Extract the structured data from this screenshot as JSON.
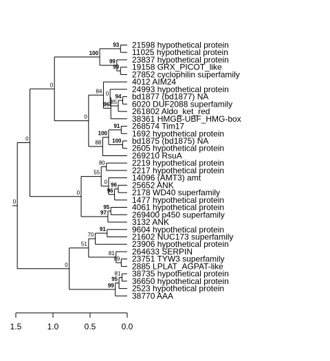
{
  "tree": {
    "leaves": [
      "21598 hypothetical protein",
      "11025 hypothetical protein",
      "23837 hypothetical protein",
      "19158 GRX_PICOT_like",
      "27852 cyclophilin superfamily",
      "4012 AIM24",
      "24993 hypothetical protein",
      "bd1877 (bd1877) NA",
      "6020 DUF2088 superfamily",
      "261802 Aldo_ket_red",
      "38361 HMGB-UBF_HMG-box",
      "268574 Tim17",
      "1692 hypothetical protein",
      "bd1875 (bd1875) NA",
      "2605 hypothetical protein",
      "269210 RsuA",
      "2219 hypothetical protein",
      "2217 hypothetical protein",
      "14096 (AMT3) amt",
      "25652 ANK",
      "2178 WD40 superfamily",
      "1477 hypothetical protein",
      "4061 hypothetical protein",
      "269400 p450 superfamily",
      "3132 ANK",
      "9604 hypothetical protein",
      "21602 NUC173 superfamily",
      "23906 hypothetical protein",
      "264633 SERPIN",
      "23751 TYW3 superfamily",
      "2885 LPLAT_AGPAT-like",
      "38735 hypothetical protein",
      "36650 hypothetical protein",
      "2523 hypothetical protein",
      "38770 AAA"
    ],
    "nodes": [
      {
        "id": "n1",
        "children": [
          "L0",
          "L1"
        ],
        "depth": 0.09,
        "support": "93",
        "bold": true
      },
      {
        "id": "n2",
        "children": [
          "L3",
          "L4"
        ],
        "depth": 0.09,
        "support": "99",
        "bold": true
      },
      {
        "id": "n3",
        "children": [
          "L2",
          "n2"
        ],
        "depth": 0.14,
        "support": "99",
        "bold": true
      },
      {
        "id": "n4",
        "children": [
          "n1",
          "n3"
        ],
        "depth": 0.37,
        "support": "100",
        "bold": true
      },
      {
        "id": "n5",
        "children": [
          "L7",
          "L8"
        ],
        "depth": 0.06,
        "support": "94",
        "bold": true
      },
      {
        "id": "n6",
        "children": [
          "n5",
          "L9"
        ],
        "depth": 0.12,
        "support": "85",
        "bold": false
      },
      {
        "id": "n7",
        "children": [
          "L6",
          "n6"
        ],
        "depth": 0.23,
        "support": "0",
        "bold": false
      },
      {
        "id": "n8",
        "children": [
          "n7",
          "L10"
        ],
        "depth": 0.22,
        "support": "96",
        "bold": true
      },
      {
        "id": "n9",
        "children": [
          "L5",
          "n8"
        ],
        "depth": 0.32,
        "support": "84",
        "bold": false
      },
      {
        "id": "n10",
        "children": [
          "L11",
          "L12"
        ],
        "depth": 0.08,
        "support": "91",
        "bold": true
      },
      {
        "id": "n11",
        "children": [
          "L13",
          "L14"
        ],
        "depth": 0.06,
        "support": "100",
        "bold": true
      },
      {
        "id": "n12",
        "children": [
          "n10",
          "n11"
        ],
        "depth": 0.25,
        "support": "100",
        "bold": true
      },
      {
        "id": "n13",
        "children": [
          "n12",
          "L15"
        ],
        "depth": 0.33,
        "support": "88",
        "bold": false
      },
      {
        "id": "n14",
        "children": [
          "n9",
          "n13"
        ],
        "depth": 0.52,
        "support": "0",
        "bold": false
      },
      {
        "id": "n15",
        "children": [
          "n4",
          "n14"
        ],
        "depth": 0.98,
        "support": "0",
        "bold": false
      },
      {
        "id": "n16",
        "children": [
          "L16",
          "L17"
        ],
        "depth": 0.28,
        "support": "80",
        "bold": false
      },
      {
        "id": "n17",
        "children": [
          "L19",
          "L20"
        ],
        "depth": 0.12,
        "support": "96",
        "bold": true
      },
      {
        "id": "n18",
        "children": [
          "n17",
          "L21"
        ],
        "depth": 0.17,
        "support": "96",
        "bold": true
      },
      {
        "id": "n19",
        "children": [
          "L18",
          "n18"
        ],
        "depth": 0.25,
        "support": "0",
        "bold": false
      },
      {
        "id": "n20",
        "children": [
          "n16",
          "n19"
        ],
        "depth": 0.35,
        "support": "55",
        "bold": false
      },
      {
        "id": "n21",
        "children": [
          "L22",
          "L23"
        ],
        "depth": 0.22,
        "support": "95",
        "bold": true
      },
      {
        "id": "n22",
        "children": [
          "n21",
          "L24"
        ],
        "depth": 0.26,
        "support": "97",
        "bold": true
      },
      {
        "id": "n23",
        "children": [
          "n20",
          "n22"
        ],
        "depth": 0.62,
        "support": "0",
        "bold": false
      },
      {
        "id": "n24",
        "children": [
          "n15",
          "n23"
        ],
        "depth": 1.31,
        "support": "0",
        "bold": false
      },
      {
        "id": "n25",
        "children": [
          "L25",
          "L26"
        ],
        "depth": 0.27,
        "support": "91",
        "bold": true
      },
      {
        "id": "n26",
        "children": [
          "n25",
          "L27"
        ],
        "depth": 0.43,
        "support": "70",
        "bold": false
      },
      {
        "id": "n27",
        "children": [
          "L29",
          "L30"
        ],
        "depth": 0.08,
        "support": "89",
        "bold": false
      },
      {
        "id": "n28",
        "children": [
          "L28",
          "n27"
        ],
        "depth": 0.15,
        "support": "81",
        "bold": false
      },
      {
        "id": "n29",
        "children": [
          "n26",
          "n28"
        ],
        "depth": 0.52,
        "support": "51",
        "bold": false
      },
      {
        "id": "n30",
        "children": [
          "L31",
          "L32"
        ],
        "depth": 0.07,
        "support": "81",
        "bold": false
      },
      {
        "id": "n31",
        "children": [
          "n30",
          "L33"
        ],
        "depth": 0.11,
        "support": "95",
        "bold": true
      },
      {
        "id": "n32",
        "children": [
          "n31",
          "L34"
        ],
        "depth": 0.16,
        "support": "99",
        "bold": true
      },
      {
        "id": "n33",
        "children": [
          "n29",
          "n32"
        ],
        "depth": 0.78,
        "support": "0",
        "bold": false
      },
      {
        "id": "root",
        "children": [
          "n24",
          "n33"
        ],
        "depth": 1.48,
        "support": "0",
        "bold": false
      }
    ]
  },
  "axis": {
    "range": [
      1.5,
      0.0
    ],
    "ticks": [
      {
        "value": 1.5,
        "label": "1.5"
      },
      {
        "value": 1.0,
        "label": "1.0"
      },
      {
        "value": 0.5,
        "label": "0.5"
      },
      {
        "value": 0.0,
        "label": "0.0"
      }
    ]
  }
}
